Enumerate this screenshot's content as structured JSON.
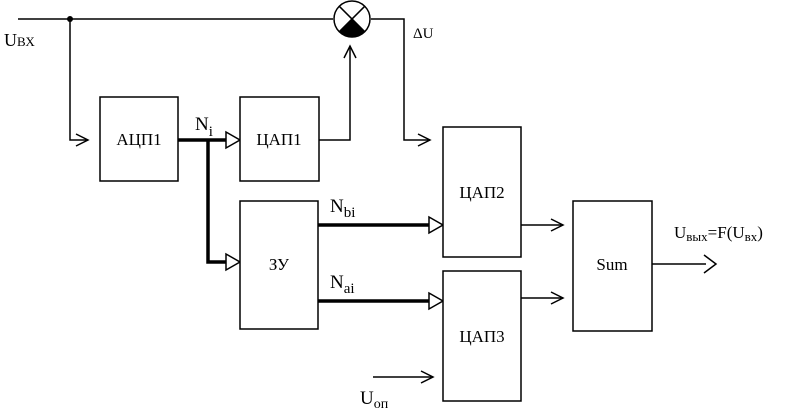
{
  "blocks": {
    "adc1": "АЦП1",
    "dac1": "ЦАП1",
    "dac2": "ЦАП2",
    "dac3": "ЦАП3",
    "memory": "ЗУ",
    "sum": "Sum"
  },
  "signals": {
    "input_main": "U",
    "input_sub": "ВХ",
    "delta_u": "ΔU",
    "n_i_main": "N",
    "n_i_sub": "i",
    "n_bi_main": "N",
    "n_bi_sub": "bi",
    "n_ai_main": "N",
    "n_ai_sub": "ai",
    "u_ref_main": "U",
    "u_ref_sub": "оп",
    "output_main": "U",
    "output_sub": "вых",
    "output_expr_mid": "=F(U",
    "output_expr_sub": "вх",
    "output_expr_end": ")"
  }
}
